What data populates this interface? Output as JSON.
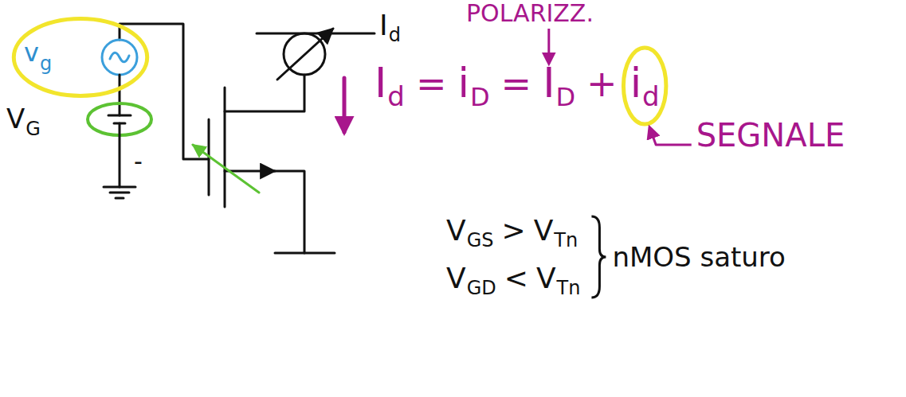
{
  "diagram": {
    "labels": [
      "POLARIZZ.",
      "I",
      "d",
      "I",
      "d",
      "=",
      "i",
      "D",
      "=",
      "I",
      "D",
      "+",
      "i",
      "d",
      "SEGNALE",
      "v",
      "g",
      "V",
      "G",
      "-",
      "V",
      "GS",
      ">",
      "V",
      "Tn",
      "V",
      "GD",
      "<",
      "V",
      "Tn",
      "nMOS saturo"
    ]
  }
}
